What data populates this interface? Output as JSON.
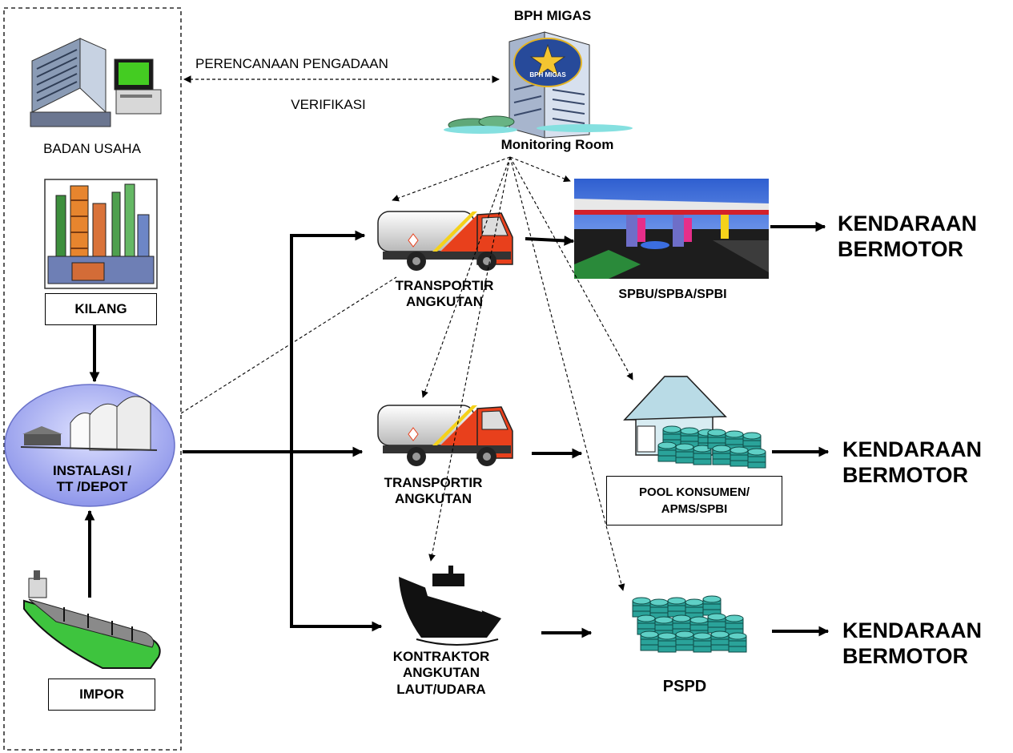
{
  "authority": {
    "title": "BPH MIGAS",
    "logo_text": "BPH MIGAS",
    "room": "Monitoring Room"
  },
  "links": {
    "planning": "PERENCANAAN PENGADAAN",
    "verification": "VERIFIKASI"
  },
  "sources": {
    "business": "BADAN USAHA",
    "refinery": "KILANG",
    "depot_line1": "INSTALASI /",
    "depot_line2": "TT /DEPOT",
    "import": "IMPOR"
  },
  "carriers": {
    "truck1_line1": "TRANSPORTIR",
    "truck1_line2": "ANGKUTAN",
    "truck2_line1": "TRANSPORTIR",
    "truck2_line2": "ANGKUTAN",
    "ship_line1": "KONTRAKTOR",
    "ship_line2": "ANGKUTAN",
    "ship_line3": "LAUT/UDARA"
  },
  "destinations": {
    "station": "SPBU/SPBA/SPBI",
    "pool_line1": "POOL KONSUMEN/",
    "pool_line2": "APMS/SPBI",
    "pspd": "PSPD"
  },
  "consumers": {
    "c1_line1": "KENDARAAN",
    "c1_line2": "BERMOTOR",
    "c2_line1": "KENDARAAN",
    "c2_line2": "BERMOTOR",
    "c3_line1": "KENDARAAN",
    "c3_line2": "BERMOTOR"
  },
  "colors": {
    "truck_cab": "#e8401c",
    "stripe": "#f5d21a",
    "ship_hull": "#3ec43e",
    "drum": "#2aa39a",
    "depot": "#9ea6f0"
  }
}
